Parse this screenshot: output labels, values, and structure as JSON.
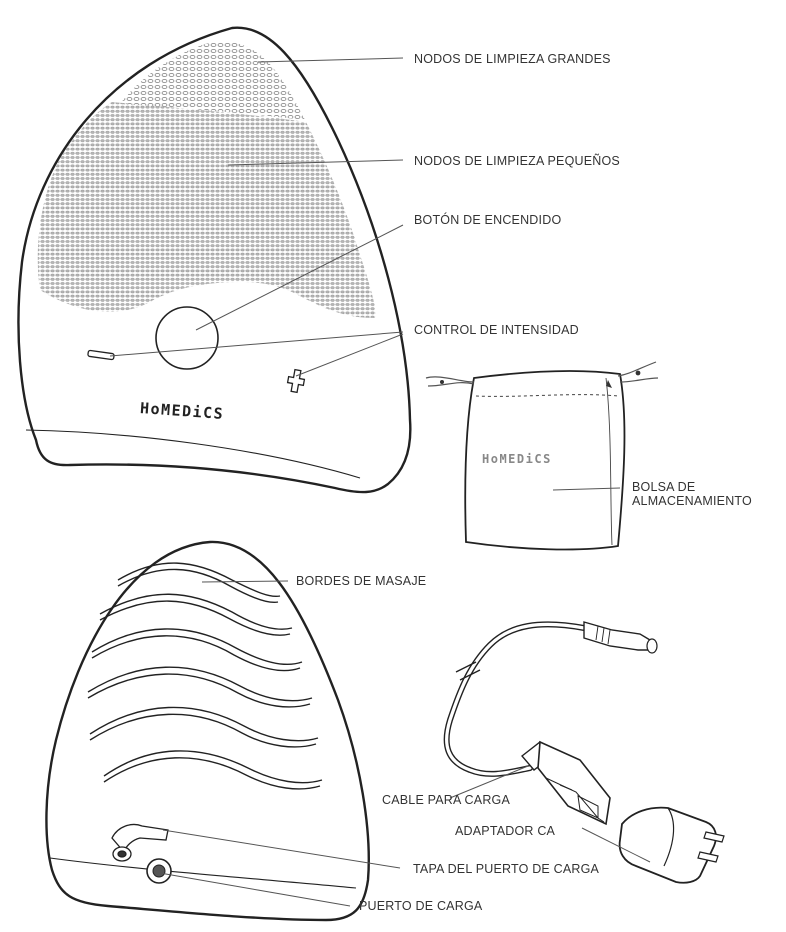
{
  "labels": {
    "large_nodes": "NODOS DE LIMPIEZA GRANDES",
    "small_nodes": "NODOS DE LIMPIEZA PEQUEÑOS",
    "power_button": "BOTÓN DE ENCENDIDO",
    "intensity": "CONTROL DE INTENSIDAD",
    "bag_line1": "BOLSA DE",
    "bag_line2": "ALMACENAMIENTO",
    "massage_ridges": "BORDES DE MASAJE",
    "charging_cable": "CABLE PARA CARGA",
    "ac_adapter": "ADAPTADOR CA",
    "port_cover": "TAPA DEL PUERTO DE CARGA",
    "charging_port": "PUERTO DE CARGA"
  },
  "brand": {
    "device_logo": "HoMEDiCS",
    "bag_logo": "HoMEDiCS"
  },
  "colors": {
    "line": "#222222",
    "pattern": "#9a9a9a",
    "leader": "#555555"
  }
}
